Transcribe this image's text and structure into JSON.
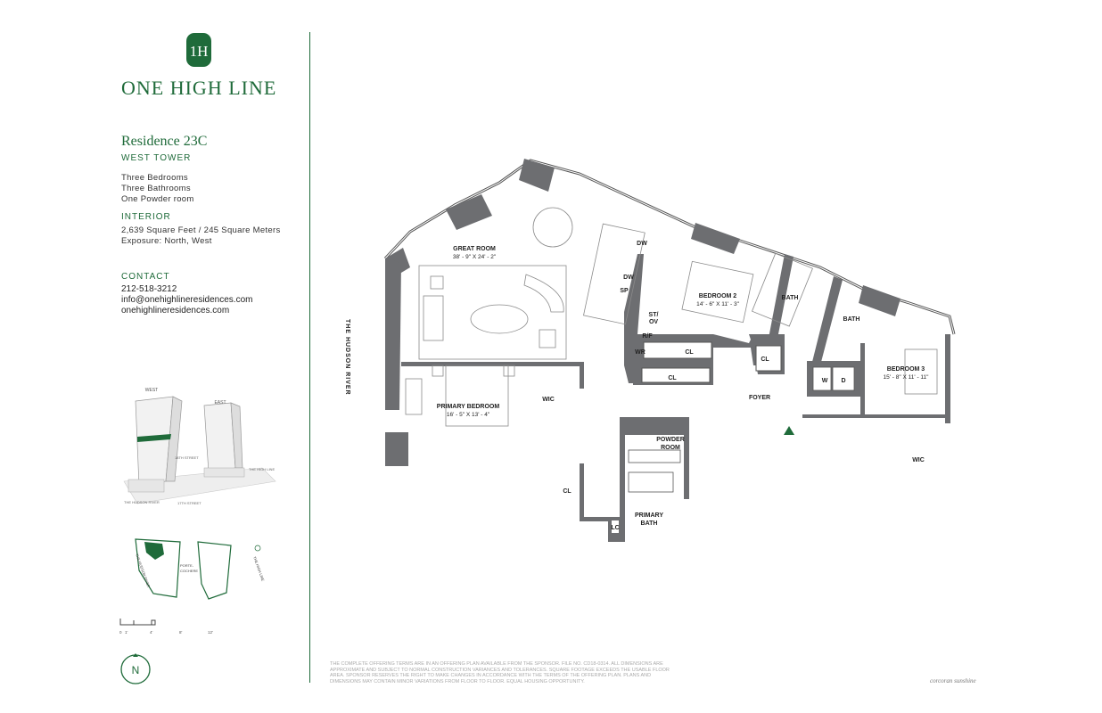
{
  "brand": {
    "logo_text": "1H",
    "name": "ONE HIGH LINE"
  },
  "residence": {
    "title": "Residence 23C",
    "tower": "WEST TOWER",
    "bedrooms": "Three Bedrooms",
    "bathrooms": "Three Bathrooms",
    "powder": "One Powder room"
  },
  "interior": {
    "heading": "INTERIOR",
    "area": "2,639 Square Feet / 245 Square Meters",
    "exposure": "Exposure: North, West"
  },
  "contact": {
    "heading": "CONTACT",
    "phone": "212-518-3212",
    "email": "info@onehighlineresidences.com",
    "website": "onehighlineresidences.com"
  },
  "towers_diagram": {
    "west": "WEST",
    "east": "EAST",
    "street_18": "18TH STREET",
    "street_17": "17TH STREET",
    "high_line": "THE HIGH LINE",
    "river": "THE HUDSON RIVER"
  },
  "site_map": {
    "river": "THE HUDSON RIVER",
    "porte": "PORTE-",
    "cochere": "COCHERE",
    "high_line": "THE HIGH LINE"
  },
  "scale": {
    "labels": [
      "0",
      "1'",
      "4'",
      "8'",
      "12'"
    ]
  },
  "compass": {
    "label": "N"
  },
  "plan": {
    "river_label": "THE HUDSON RIVER",
    "rooms": {
      "great_room": "GREAT ROOM",
      "great_room_dim": "38' - 9\" X 24' - 2\"",
      "primary_bedroom": "PRIMARY BEDROOM",
      "primary_bedroom_dim": "16' - 5\" X 13' - 4\"",
      "wic1": "WIC",
      "wic2": "WIC",
      "bedroom2": "BEDROOM 2",
      "bedroom2_dim": "14' - 6\" X 11' - 3\"",
      "bath1": "BATH",
      "bath2": "BATH",
      "bedroom3": "BEDROOM 3",
      "bedroom3_dim": "15' - 8\" X 11' - 11\"",
      "foyer": "FOYER",
      "powder_room1": "POWDER",
      "powder_room2": "ROOM",
      "primary_bath1": "PRIMARY",
      "primary_bath2": "BATH",
      "cl1": "CL",
      "cl2": "CL",
      "cl3": "CL",
      "cl4": "CL",
      "lc": "LC",
      "dw1": "DW",
      "dw2": "DW",
      "sp": "SP",
      "st": "ST/",
      "ov": "OV",
      "rf": "R/F",
      "wr": "WR",
      "w": "W",
      "d": "D"
    }
  },
  "disclaimer": "THE COMPLETE OFFERING TERMS ARE IN AN OFFERING PLAN AVAILABLE FROM THE SPONSOR. FILE NO. CD18-0314. ALL DIMENSIONS ARE APPROXIMATE AND SUBJECT TO NORMAL CONSTRUCTION VARIANCES AND TOLERANCES. SQUARE FOOTAGE EXCEEDS THE USABLE FLOOR AREA. SPONSOR RESERVES THE RIGHT TO MAKE CHANGES IN ACCORDANCE WITH THE TERMS OF THE OFFERING PLAN. PLANS AND DIMENSIONS MAY CONTAIN MINOR VARIATIONS FROM FLOOR TO FLOOR. EQUAL HOUSING OPPORTUNITY.",
  "credit": "corcoran sunshine",
  "colors": {
    "brand_green": "#1f6b3a",
    "wall_gray": "#6d6e71"
  }
}
